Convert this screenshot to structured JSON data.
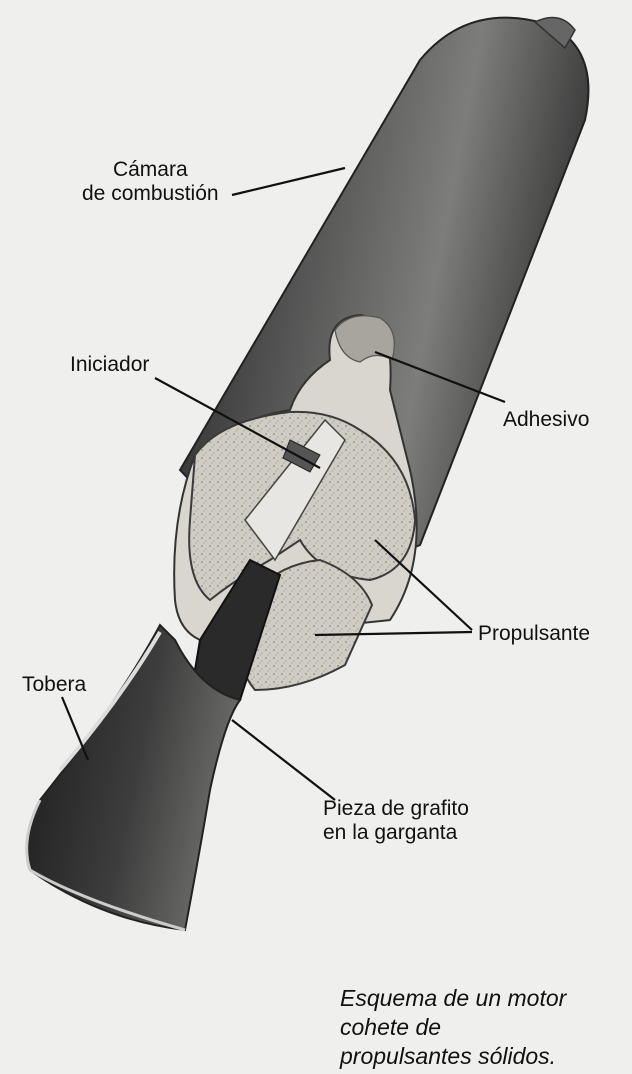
{
  "colors": {
    "background": "#efefed",
    "casing_dark": "#3a3a3a",
    "casing_mid": "#8a8a88",
    "propellant": "#c9c7c0",
    "ink": "#111111"
  },
  "labels": {
    "camara": [
      "Cámara",
      "de combustión"
    ],
    "iniciador": "Iniciador",
    "adhesivo": "Adhesivo",
    "propulsante": "Propulsante",
    "tobera": "Tobera",
    "pieza": [
      "Pieza de grafito",
      "en la garganta"
    ]
  },
  "caption": [
    "Esquema de un motor",
    "cohete de",
    "propulsantes sólidos."
  ]
}
